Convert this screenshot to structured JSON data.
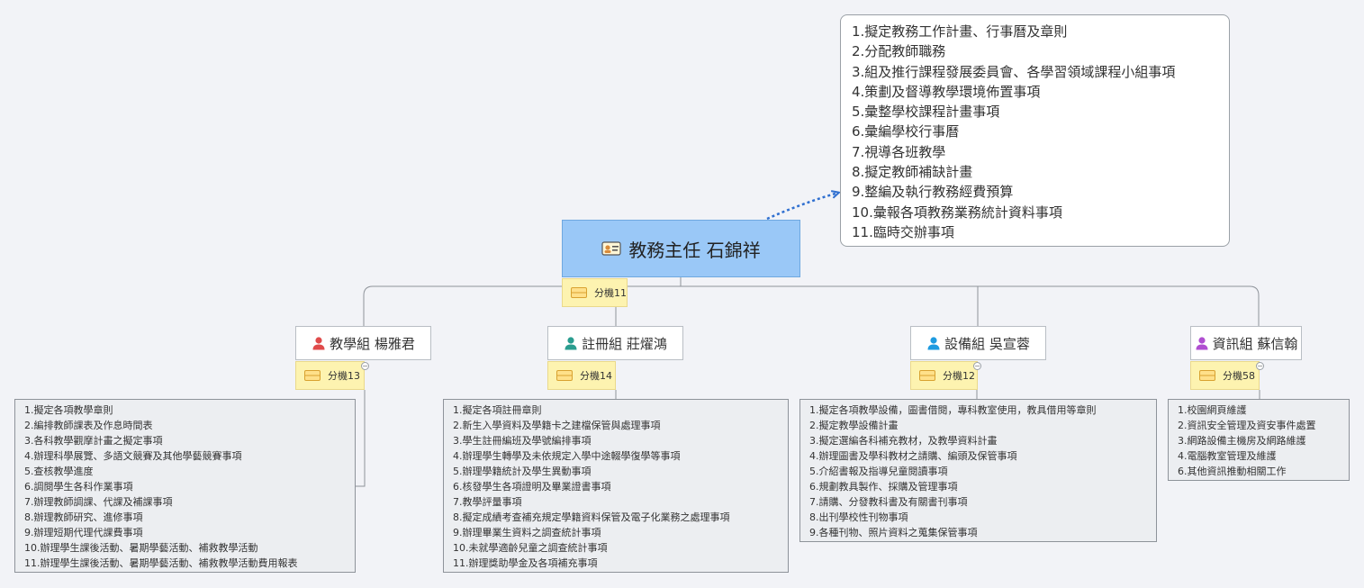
{
  "root": {
    "title": "教務主任 石錦祥",
    "icon": "id-card-icon",
    "extension": "分機11"
  },
  "main_duties": [
    "1.擬定教務工作計畫、行事曆及章則",
    "2.分配教師職務",
    "3.組及推行課程發展委員會、各學習領域課程小組事項",
    "4.策劃及督導教學環境佈置事項",
    "5.彙整學校課程計畫事項",
    "6.彙編學校行事曆",
    "7.視導各班教學",
    "8.擬定教師補缺計畫",
    "9.整編及執行教務經費預算",
    "10.彙報各項教務業務統計資料事項",
    "11.臨時交辦事項"
  ],
  "groups": [
    {
      "name": "教學組 楊雅君",
      "icon": "person-icon",
      "icon_color": "#e04b4b",
      "extension": "分機13",
      "duties": [
        "1.擬定各項教學章則",
        "2.編排教師課表及作息時間表",
        "3.各科教學觀摩計畫之擬定事項",
        "4.辦理科學展覽、多語文競賽及其他學藝競賽事項",
        "5.查核教學進度",
        "6.調閱學生各科作業事項",
        "7.辦理教師調課、代課及補課事項",
        "8.辦理教師研究、進修事項",
        "9.辦理短期代理代課費事項",
        "10.辦理學生課後活動、暑期學藝活動、補救教學活動",
        "11.辦理學生課後活動、暑期學藝活動、補救教學活動費用報表"
      ]
    },
    {
      "name": "註冊組 莊燿鴻",
      "icon": "person-icon",
      "icon_color": "#2a9d8f",
      "extension": "分機14",
      "duties": [
        "1.擬定各項註冊章則",
        "2.新生入學資料及學籍卡之建檔保管與處理事項",
        "3.學生註冊編班及學號編排事項",
        "4.辦理學生轉學及未依規定入學中途輟學復學等事項",
        "5.辦理學籍統計及學生異動事項",
        "6.核發學生各項證明及畢業證書事項",
        "7.教學評量事項",
        "8.擬定成績考查補充規定學籍資料保管及電子化業務之處理事項",
        "9.辦理畢業生資料之調查統計事項",
        "10.未就學適齡兒童之調查統計事項",
        "11.辦理獎助學金及各項補充事項"
      ]
    },
    {
      "name": "設備組 吳宣蓉",
      "icon": "person-icon",
      "icon_color": "#1e9be0",
      "extension": "分機12",
      "duties": [
        "1.擬定各項教學設備，圖書借閱，專科教室使用，教具借用等章則",
        "2.擬定教學設備計畫",
        "3.擬定選編各科補充教材，及教學資料計畫",
        "4.辦理圖書及學科教材之請購、編頭及保管事項",
        "5.介紹書報及指導兒童閱讀事項",
        "6.規劃教具製作、採購及管理事項",
        "7.請購、分發教科書及有關書刊事項",
        "8.出刊學校性刊物事項",
        "9.各種刊物、照片資料之蒐集保管事項"
      ]
    },
    {
      "name": "資訊組 蘇信翰",
      "icon": "person-icon",
      "icon_color": "#b04fd1",
      "extension": "分機58",
      "duties": [
        "1.校園網頁維護",
        "2.資訊安全管理及資安事件處置",
        "3.網路設備主機房及網路維護",
        "4.電腦教室管理及維護",
        "6.其他資訊推動相關工作"
      ]
    }
  ],
  "note_icon": "memo-icon",
  "colors": {
    "root_fill": "#9ac8f7",
    "note_fill": "#fdf3b0",
    "list_fill": "#eceef1",
    "link": "#2f6fd0",
    "wire": "#8e939a"
  }
}
